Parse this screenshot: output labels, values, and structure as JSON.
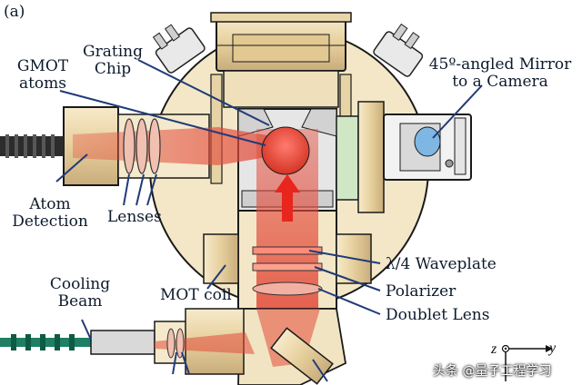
{
  "panel_label": "(a)",
  "labels": {
    "gmot": [
      "GMOT",
      "atoms"
    ],
    "grating": [
      "Grating",
      "Chip"
    ],
    "mirror": [
      "45º-angled Mirror",
      "to a Camera"
    ],
    "atom_detection": [
      "Atom",
      "Detection"
    ],
    "lenses": "Lenses",
    "cooling_beam": [
      "Cooling",
      "Beam"
    ],
    "mot_coil": "MOT coil",
    "waveplate": "λ/4 Waveplate",
    "polarizer": "Polarizer",
    "doublet": "Doublet Lens"
  },
  "axes": {
    "z": "z",
    "y": "y"
  },
  "watermark": "头条 @量子工程学习",
  "colors": {
    "housing": "#f3e7c7",
    "housing_dark": "#c9ad7c",
    "beam": "#e24a3a",
    "arrow": "#e8261d",
    "pointer": "#1f3b78",
    "chamber": "#e3e3e3"
  }
}
